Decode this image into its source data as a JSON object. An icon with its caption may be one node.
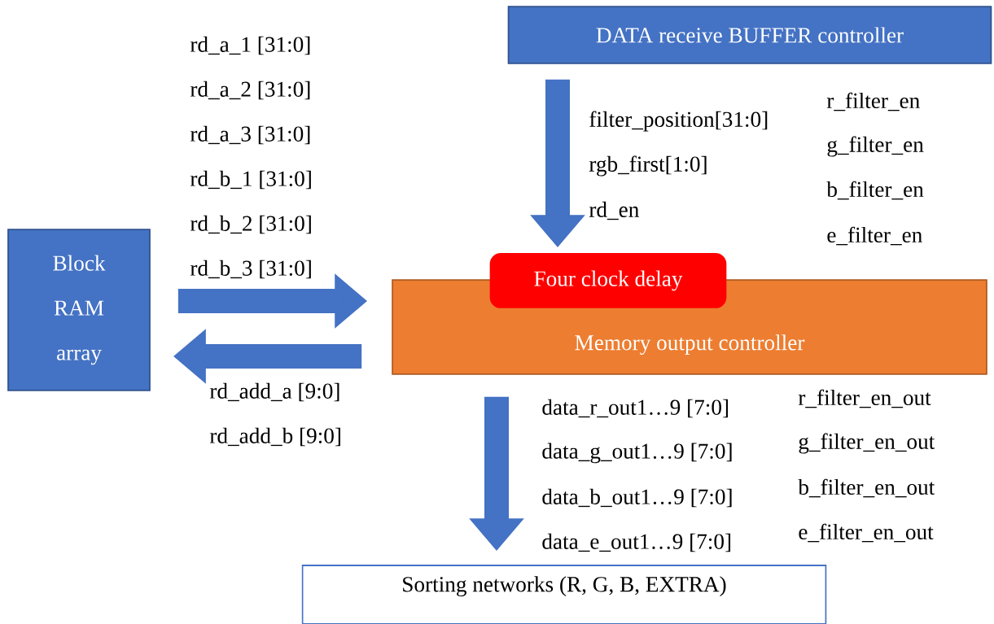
{
  "diagram": {
    "nodes": [
      {
        "text": [
          "DATA receive BUFFER controller"
        ]
      },
      {
        "text": [
          "Block RAM array"
        ]
      },
      {
        "text": [
          "Memory output controller"
        ]
      },
      {
        "text": [
          "Four clock delay"
        ]
      },
      {
        "text": [
          "Sorting networks (R, G, B, EXTRA)"
        ]
      }
    ],
    "edges": [
      {
        "from": 0,
        "to": 3,
        "arrow": "to"
      },
      {
        "from": 1,
        "to": 2,
        "arrow": "to"
      },
      {
        "from": 2,
        "to": 1,
        "arrow": "to"
      },
      {
        "from": 2,
        "to": 4,
        "arrow": "to"
      }
    ],
    "labels": [
      "rd_a_1 [31:0]",
      "rd_a_2 [31:0]",
      "rd_a_3 [31:0]",
      "rd_b_1 [31:0]",
      "rd_b_2 [31:0]",
      "rd_b_3 [31:0]",
      "filter_position[31:0]",
      "rgb_first[1:0]",
      "rd_en",
      "r_filter_en",
      "g_filter_en",
      "b_filter_en",
      "e_filter_en",
      "rd_add_a [9:0]",
      "rd_add_b [9:0]",
      "data_r_out1…9 [7:0]",
      "data_g_out1…9 [7:0]",
      "data_b_out1…9 [7:0]",
      "data_e_out1…9 [7:0]",
      "r_filter_en_out",
      "g_filter_en_out",
      "b_filter_en_out",
      "e_filter_en_out"
    ]
  }
}
